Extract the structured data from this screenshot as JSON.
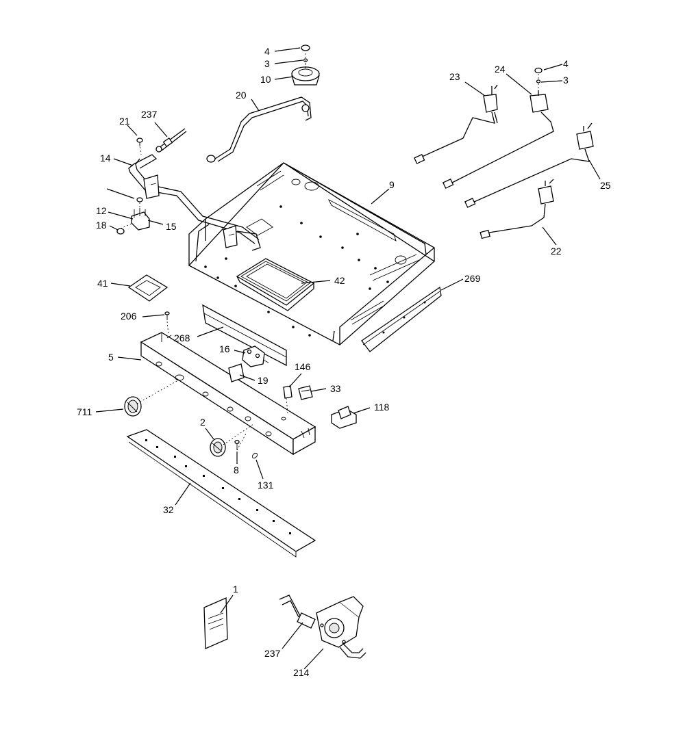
{
  "callouts": [
    {
      "id": "c4a",
      "label": "4"
    },
    {
      "id": "c3a",
      "label": "3"
    },
    {
      "id": "c10",
      "label": "10"
    },
    {
      "id": "c20",
      "label": "20"
    },
    {
      "id": "c21",
      "label": "21"
    },
    {
      "id": "c237a",
      "label": "237"
    },
    {
      "id": "c14",
      "label": "14"
    },
    {
      "id": "c12",
      "label": "12"
    },
    {
      "id": "c15",
      "label": "15"
    },
    {
      "id": "c18",
      "label": "18"
    },
    {
      "id": "c23",
      "label": "23"
    },
    {
      "id": "c24",
      "label": "24"
    },
    {
      "id": "c4b",
      "label": "4"
    },
    {
      "id": "c3b",
      "label": "3"
    },
    {
      "id": "c25",
      "label": "25"
    },
    {
      "id": "c22",
      "label": "22"
    },
    {
      "id": "c9",
      "label": "9"
    },
    {
      "id": "c41",
      "label": "41"
    },
    {
      "id": "c42",
      "label": "42"
    },
    {
      "id": "c269",
      "label": "269"
    },
    {
      "id": "c206",
      "label": "206"
    },
    {
      "id": "c268",
      "label": "268"
    },
    {
      "id": "c5",
      "label": "5"
    },
    {
      "id": "c16",
      "label": "16"
    },
    {
      "id": "c19",
      "label": "19"
    },
    {
      "id": "c146",
      "label": "146"
    },
    {
      "id": "c33",
      "label": "33"
    },
    {
      "id": "c118",
      "label": "118"
    },
    {
      "id": "c711",
      "label": "711"
    },
    {
      "id": "c2",
      "label": "2"
    },
    {
      "id": "c8",
      "label": "8"
    },
    {
      "id": "c131",
      "label": "131"
    },
    {
      "id": "c32",
      "label": "32"
    },
    {
      "id": "c1",
      "label": "1"
    },
    {
      "id": "c237b",
      "label": "237"
    },
    {
      "id": "c214",
      "label": "214"
    }
  ]
}
